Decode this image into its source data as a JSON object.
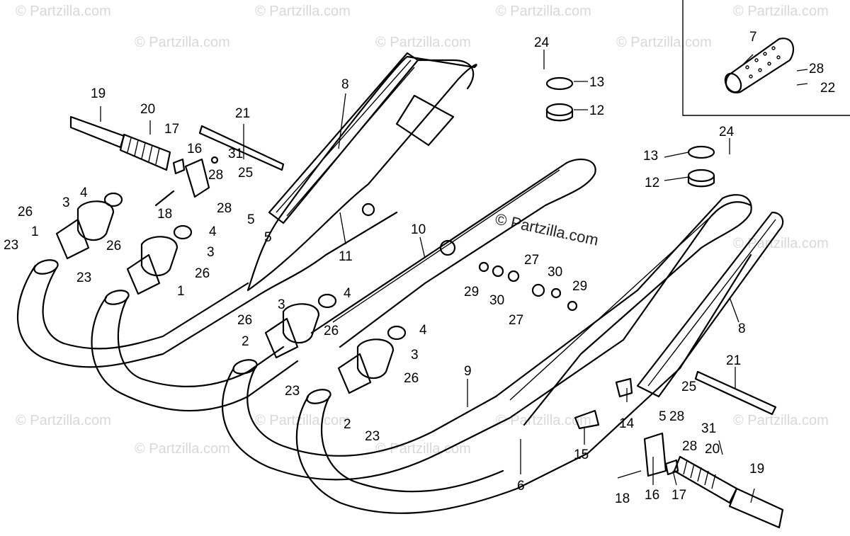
{
  "watermark": {
    "text": "© Partzilla.com",
    "center_text": "© Partzilla.com"
  },
  "callouts": {
    "c1a": "1",
    "c1b": "1",
    "c2a": "2",
    "c2b": "2",
    "c3a": "3",
    "c3b": "3",
    "c3c": "3",
    "c3d": "3",
    "c4a": "4",
    "c4b": "4",
    "c4c": "4",
    "c4d": "4",
    "c5a": "5",
    "c5b": "5",
    "c5c": "5",
    "c6": "6",
    "c7": "7",
    "c8a": "8",
    "c8b": "8",
    "c9": "9",
    "c10": "10",
    "c11": "11",
    "c12a": "12",
    "c12b": "12",
    "c13a": "13",
    "c13b": "13",
    "c14": "14",
    "c15": "15",
    "c16a": "16",
    "c16b": "16",
    "c17a": "17",
    "c17b": "17",
    "c18a": "18",
    "c18b": "18",
    "c19a": "19",
    "c19b": "19",
    "c20a": "20",
    "c20b": "20",
    "c21a": "21",
    "c21b": "21",
    "c22": "22",
    "c23a": "23",
    "c23b": "23",
    "c23c": "23",
    "c23d": "23",
    "c24a": "24",
    "c24b": "24",
    "c25a": "25",
    "c25b": "25",
    "c26a": "26",
    "c26b": "26",
    "c26c": "26",
    "c26d": "26",
    "c26e": "26",
    "c26f": "26",
    "c27a": "27",
    "c27b": "27",
    "c28a": "28",
    "c28b": "28",
    "c28c": "28",
    "c28d": "28",
    "c28e": "28",
    "c29a": "29",
    "c29b": "29",
    "c30a": "30",
    "c30b": "30",
    "c31a": "31",
    "c31b": "31"
  }
}
